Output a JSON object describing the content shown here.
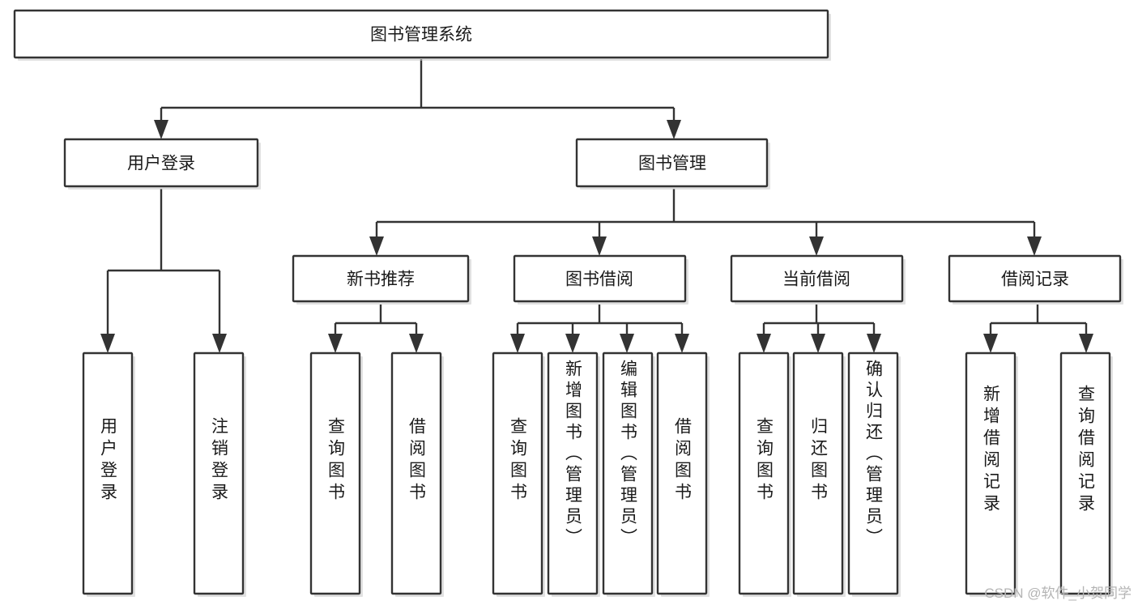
{
  "diagram": {
    "type": "tree-hierarchy",
    "title": "图书管理系统",
    "watermark": "CSDN @软件_小贺同学",
    "colors": {
      "box_fill": "#ffffff",
      "box_stroke": "#333333",
      "connector": "#333333",
      "watermark": "#b4b4b4",
      "background": "#ffffff"
    },
    "levels": [
      {
        "level": 1,
        "nodes": [
          {
            "id": "root",
            "label": "图书管理系统",
            "orientation": "horizontal"
          }
        ]
      },
      {
        "level": 2,
        "nodes": [
          {
            "id": "login",
            "label": "用户登录",
            "orientation": "horizontal",
            "parent": "root"
          },
          {
            "id": "bookmgmt",
            "label": "图书管理",
            "orientation": "horizontal",
            "parent": "root"
          }
        ]
      },
      {
        "level": 3,
        "nodes": [
          {
            "id": "newbook",
            "label": "新书推荐",
            "orientation": "horizontal",
            "parent": "bookmgmt"
          },
          {
            "id": "borrow",
            "label": "图书借阅",
            "orientation": "horizontal",
            "parent": "bookmgmt"
          },
          {
            "id": "current",
            "label": "当前借阅",
            "orientation": "horizontal",
            "parent": "bookmgmt"
          },
          {
            "id": "records",
            "label": "借阅记录",
            "orientation": "horizontal",
            "parent": "bookmgmt"
          }
        ]
      },
      {
        "level": 4,
        "nodes": [
          {
            "id": "leaf-1",
            "label": "用户登录",
            "orientation": "vertical",
            "parent": "login"
          },
          {
            "id": "leaf-2",
            "label": "注销登录",
            "orientation": "vertical",
            "parent": "login"
          },
          {
            "id": "leaf-3",
            "label": "查询图书",
            "orientation": "vertical",
            "parent": "newbook"
          },
          {
            "id": "leaf-4",
            "label": "借阅图书",
            "orientation": "vertical",
            "parent": "newbook"
          },
          {
            "id": "leaf-5",
            "label": "查询图书",
            "orientation": "vertical",
            "parent": "borrow"
          },
          {
            "id": "leaf-6",
            "label": "新增图书（管理员）",
            "orientation": "vertical",
            "parent": "borrow"
          },
          {
            "id": "leaf-7",
            "label": "编辑图书（管理员）",
            "orientation": "vertical",
            "parent": "borrow"
          },
          {
            "id": "leaf-8",
            "label": "借阅图书",
            "orientation": "vertical",
            "parent": "borrow"
          },
          {
            "id": "leaf-9",
            "label": "查询图书",
            "orientation": "vertical",
            "parent": "current"
          },
          {
            "id": "leaf-10",
            "label": "归还图书",
            "orientation": "vertical",
            "parent": "current"
          },
          {
            "id": "leaf-11",
            "label": "确认归还（管理员）",
            "orientation": "vertical",
            "parent": "current"
          },
          {
            "id": "leaf-12",
            "label": "新增借阅记录",
            "orientation": "vertical",
            "parent": "records"
          },
          {
            "id": "leaf-13",
            "label": "查询借阅记录",
            "orientation": "vertical",
            "parent": "records"
          }
        ]
      }
    ]
  }
}
